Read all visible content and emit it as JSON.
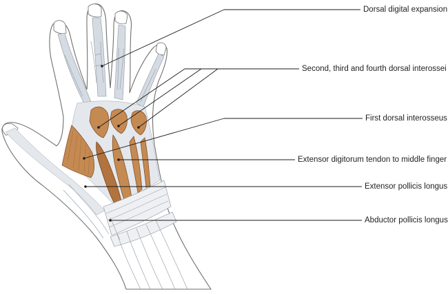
{
  "labels": [
    "Dorsal digital expansion",
    "Second, third and fourth dorsal interossei",
    "First dorsal interosseus",
    "Extensor digitorum tendon to middle finger",
    "Extensor pollicis longus",
    "Abductor pollicis longus"
  ],
  "colors": {
    "muscle": "#c58a52",
    "tendon_sheath": "#d5dbe2",
    "outline": "#6e6e6e",
    "leader_line": "#1a1a1a"
  }
}
